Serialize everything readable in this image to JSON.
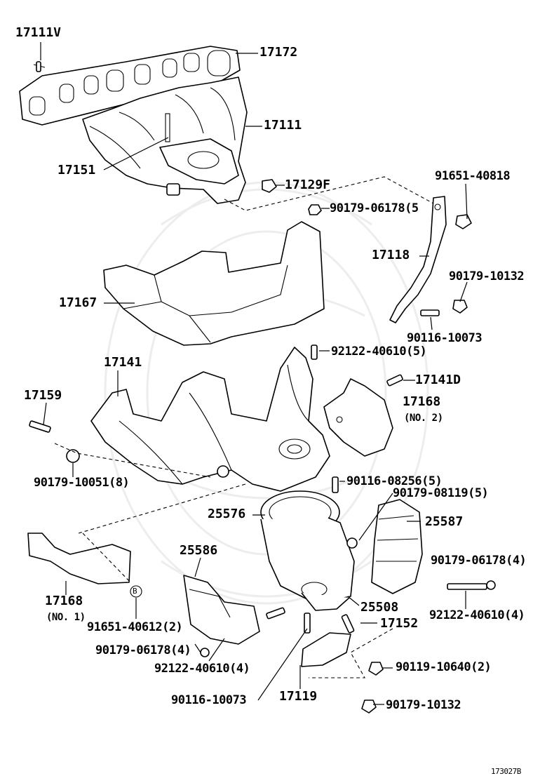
{
  "labels": [
    {
      "id": "p17111v",
      "text": "17111V"
    },
    {
      "id": "p17172",
      "text": "17172"
    },
    {
      "id": "p17111",
      "text": "17111"
    },
    {
      "id": "p17151",
      "text": "17151"
    },
    {
      "id": "p17129f",
      "text": "17129F"
    },
    {
      "id": "p91651_40818",
      "text": "91651-40818"
    },
    {
      "id": "p90179_06178_5",
      "text": "90179-06178(5"
    },
    {
      "id": "p17118",
      "text": "17118"
    },
    {
      "id": "p90179_10132_a",
      "text": "90179-10132"
    },
    {
      "id": "p90116_10073_a",
      "text": "90116-10073"
    },
    {
      "id": "p17167",
      "text": "17167"
    },
    {
      "id": "p92122_40610_5",
      "text": "92122-40610(5)"
    },
    {
      "id": "p17141",
      "text": "17141"
    },
    {
      "id": "p17141d",
      "text": "17141D"
    },
    {
      "id": "p17159",
      "text": "17159"
    },
    {
      "id": "p17168_2",
      "text": "17168"
    },
    {
      "id": "p17168_2_note",
      "text": "(NO. 2)"
    },
    {
      "id": "p90179_10051_8",
      "text": "90179-10051(8)"
    },
    {
      "id": "p90116_08256_5",
      "text": "90116-08256(5)"
    },
    {
      "id": "p90179_08119_5",
      "text": "90179-08119(5)"
    },
    {
      "id": "p25576",
      "text": "25576"
    },
    {
      "id": "p25587",
      "text": "25587"
    },
    {
      "id": "p25586",
      "text": "25586"
    },
    {
      "id": "p90179_06178_4_r",
      "text": "90179-06178(4)"
    },
    {
      "id": "p17168_1",
      "text": "17168"
    },
    {
      "id": "p17168_1_note",
      "text": "(NO. 1)"
    },
    {
      "id": "p91651_40612_2",
      "text": "91651-40612(2)"
    },
    {
      "id": "p25508",
      "text": "25508"
    },
    {
      "id": "p92122_40610_4_r",
      "text": "92122-40610(4)"
    },
    {
      "id": "p17152",
      "text": "17152"
    },
    {
      "id": "p90179_06178_4_l",
      "text": "90179-06178(4)"
    },
    {
      "id": "p92122_40610_4_l",
      "text": "92122-40610(4)"
    },
    {
      "id": "p90119_10640_2",
      "text": "90119-10640(2)"
    },
    {
      "id": "p90116_10073_b",
      "text": "90116-10073"
    },
    {
      "id": "p17119",
      "text": "17119"
    },
    {
      "id": "p90179_10132_b",
      "text": "90179-10132"
    }
  ],
  "callout_b": "B",
  "figure_ref": "173027B"
}
